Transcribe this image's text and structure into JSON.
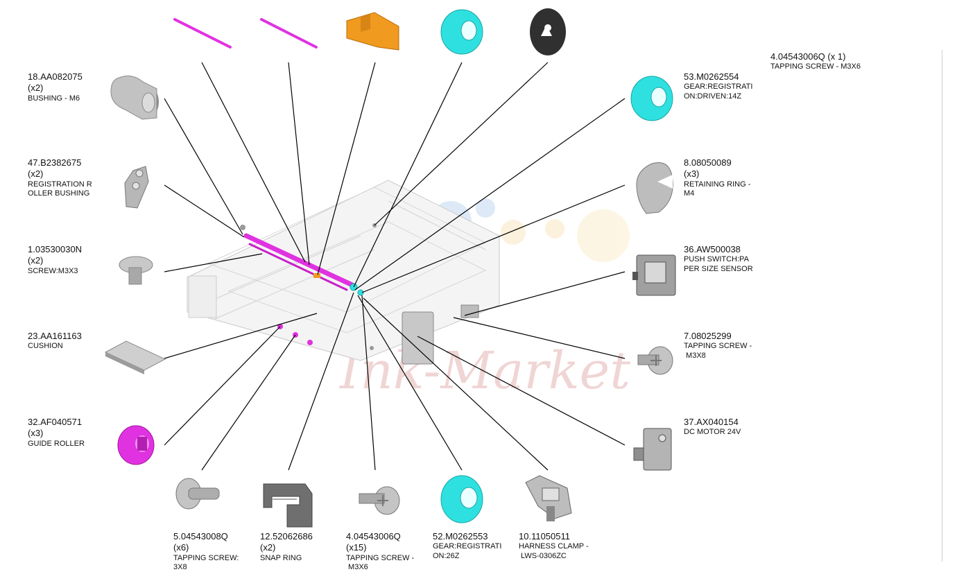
{
  "colors": {
    "magenta": "#e032e0",
    "cyan": "#2fe0e0",
    "orange": "#f09a20",
    "gray": "#b0b0b0",
    "dark": "#303030",
    "line": "#000000"
  },
  "watermark": {
    "brand": "Ink-Market"
  },
  "summary": {
    "pn": "4.04543006Q (x 1)",
    "name": "TAPPING SCREW - M3X6"
  },
  "parts": [
    {
      "pn": "18.AA082075",
      "qty": "(x2)",
      "name": "BUSHING - M6",
      "icon": "bushing-icon"
    },
    {
      "pn": "47.B2382675",
      "qty": "(x2)",
      "name": "REGISTRATION R\nOLLER BUSHING",
      "icon": "roller-bushing-icon"
    },
    {
      "pn": "1.03530030N",
      "qty": "(x2)",
      "name": "SCREW:M3X3",
      "icon": "screw-icon"
    },
    {
      "pn": "23.AA161163",
      "qty": "",
      "name": "CUSHION",
      "icon": "cushion-icon"
    },
    {
      "pn": "32.AF040571",
      "qty": "(x3)",
      "name": "GUIDE ROLLER",
      "icon": "guide-roller-icon"
    },
    {
      "pn": "53.M0262554",
      "qty": "",
      "name": "GEAR:REGISTRATI\nON:DRIVEN:14Z",
      "icon": "gear-icon"
    },
    {
      "pn": "8.08050089",
      "qty": "(x3)",
      "name": "RETAINING RING -\nM4",
      "icon": "retaining-ring-icon"
    },
    {
      "pn": "36.AW500038",
      "qty": "",
      "name": "PUSH SWITCH:PA\nPER SIZE SENSOR",
      "icon": "push-switch-icon"
    },
    {
      "pn": "7.08025299",
      "qty": "",
      "name": "TAPPING SCREW -\n M3X8",
      "icon": "tapping-screw-icon"
    },
    {
      "pn": "37.AX040154",
      "qty": "",
      "name": "DC MOTOR 24V",
      "icon": "dc-motor-icon"
    },
    {
      "pn": "5.04543008Q",
      "qty": "(x6)",
      "name": "TAPPING SCREW:\n3X8",
      "icon": "tapping-screw-icon"
    },
    {
      "pn": "12.52062686",
      "qty": "(x2)",
      "name": "SNAP RING",
      "icon": "snap-ring-icon"
    },
    {
      "pn": "4.04543006Q",
      "qty": "(x15)",
      "name": "TAPPING SCREW -\n M3X6",
      "icon": "tapping-screw-icon"
    },
    {
      "pn": "52.M0262553",
      "qty": "",
      "name": "GEAR:REGISTRATI\nON:26Z",
      "icon": "gear-icon"
    },
    {
      "pn": "10.11050511",
      "qty": "",
      "name": "HARNESS CLAMP -\n LWS-0306ZC",
      "icon": "harness-clamp-icon"
    }
  ],
  "top_parts": [
    {
      "icon": "shaft-icon"
    },
    {
      "icon": "shaft-icon"
    },
    {
      "icon": "bracket-icon"
    },
    {
      "icon": "gear-icon"
    },
    {
      "icon": "washer-icon"
    }
  ]
}
